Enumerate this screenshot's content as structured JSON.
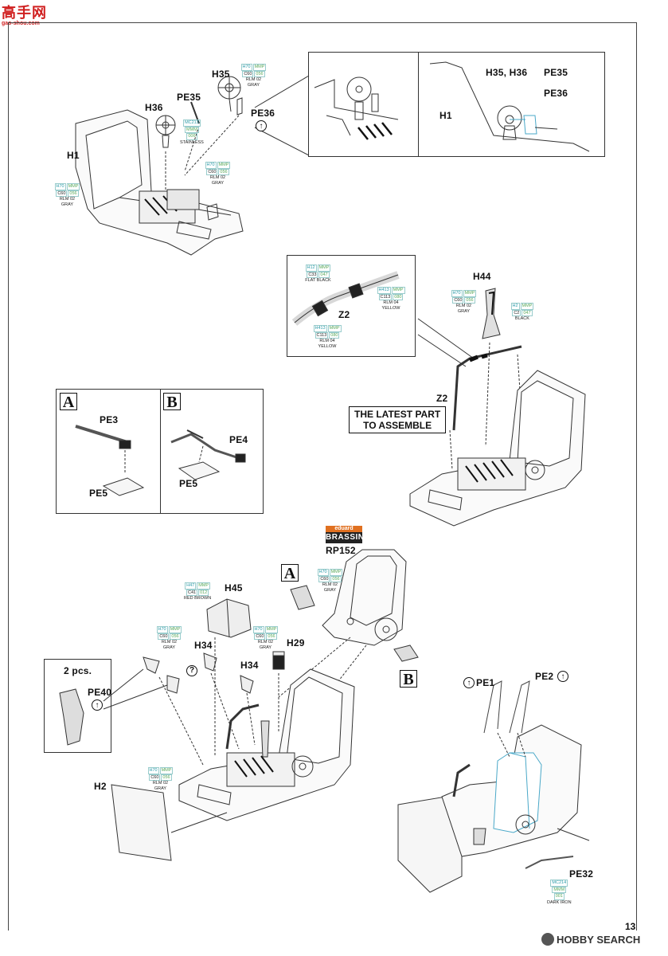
{
  "watermark": {
    "top": "高手网",
    "sub": "gao-shou.com",
    "bottom": "HOBBY SEARCH"
  },
  "page_number": "13",
  "labels": {
    "h35": "H35",
    "h36": "H36",
    "pe35": "PE35",
    "pe36": "PE36",
    "h1": "H1",
    "inset_h35h36": "H35, H36",
    "inset_pe35": "PE35",
    "inset_pe36": "PE36",
    "inset_h1": "H1",
    "z2_detail": "Z2",
    "h44": "H44",
    "z2_main": "Z2",
    "pe3": "PE3",
    "pe5_a": "PE5",
    "pe4": "PE4",
    "pe5_b": "PE5",
    "rp152": "RP152",
    "h45": "H45",
    "h34_a": "H34",
    "h34_b": "H34",
    "h29": "H29",
    "two_pcs": "2 pcs.",
    "pe40": "PE40",
    "h2": "H2",
    "pe1": "PE1",
    "pe2": "PE2",
    "pe32": "PE32"
  },
  "letters": {
    "a1": "A",
    "b1": "B",
    "a2": "A",
    "b2": "B"
  },
  "latest_part": {
    "line1": "THE LATEST PART",
    "line2": "TO ASSEMBLE"
  },
  "brassin": {
    "top": "eduard",
    "bottom": "BRASSIN"
  },
  "paints": {
    "p_h35": {
      "a": "H70",
      "b": "MMP",
      "c": "C60",
      "d": "056",
      "e": "RLM 02",
      "f": "GRAY"
    },
    "p_stainless": {
      "a": "MC213",
      "b": "MMM",
      "c": "006",
      "e": "STAINLESS"
    },
    "p_mid": {
      "a": "H70",
      "b": "MMP",
      "c": "C60",
      "d": "056",
      "e": "RLM 02",
      "f": "GRAY"
    },
    "p_h1": {
      "a": "H70",
      "b": "MMP",
      "c": "C60",
      "d": "056",
      "e": "RLM 02",
      "f": "GRAY"
    },
    "p_flatblack": {
      "a": "H12",
      "b": "MMP",
      "c": "C33",
      "d": "047",
      "e": "FLAT BLACK"
    },
    "p_yellow1": {
      "a": "H413",
      "b": "MMP",
      "c": "C113",
      "d": "080",
      "e": "RLM 04",
      "f": "YELLOW"
    },
    "p_yellow2": {
      "a": "H413",
      "b": "MMP",
      "c": "C113",
      "d": "080",
      "e": "RLM 04",
      "f": "YELLOW"
    },
    "p_h44gray": {
      "a": "H70",
      "b": "MMP",
      "c": "C60",
      "d": "056",
      "e": "RLM 02",
      "f": "GRAY"
    },
    "p_black": {
      "a": "H2",
      "b": "MMP",
      "c": "C2",
      "d": "047",
      "e": "BLACK"
    },
    "p_seat": {
      "a": "H70",
      "b": "MMP",
      "c": "C60",
      "d": "056",
      "e": "RLM 02",
      "f": "GRAY"
    },
    "p_redbrown": {
      "a": "H47",
      "b": "MMP",
      "c": "C41",
      "d": "012",
      "e": "RED BROWN"
    },
    "p_h34gray": {
      "a": "H70",
      "b": "MMP",
      "c": "C60",
      "d": "056",
      "e": "RLM 02",
      "f": "GRAY"
    },
    "p_h45gray": {
      "a": "H70",
      "b": "MMP",
      "c": "C60",
      "d": "056",
      "e": "RLM 02",
      "f": "GRAY"
    },
    "p_h2gray": {
      "a": "H70",
      "b": "MMP",
      "c": "C60",
      "d": "056",
      "e": "RLM 02",
      "f": "GRAY"
    },
    "p_darkiron": {
      "a": "MC214",
      "b": "MMM",
      "c": "001",
      "e": "DARK IRON"
    }
  }
}
